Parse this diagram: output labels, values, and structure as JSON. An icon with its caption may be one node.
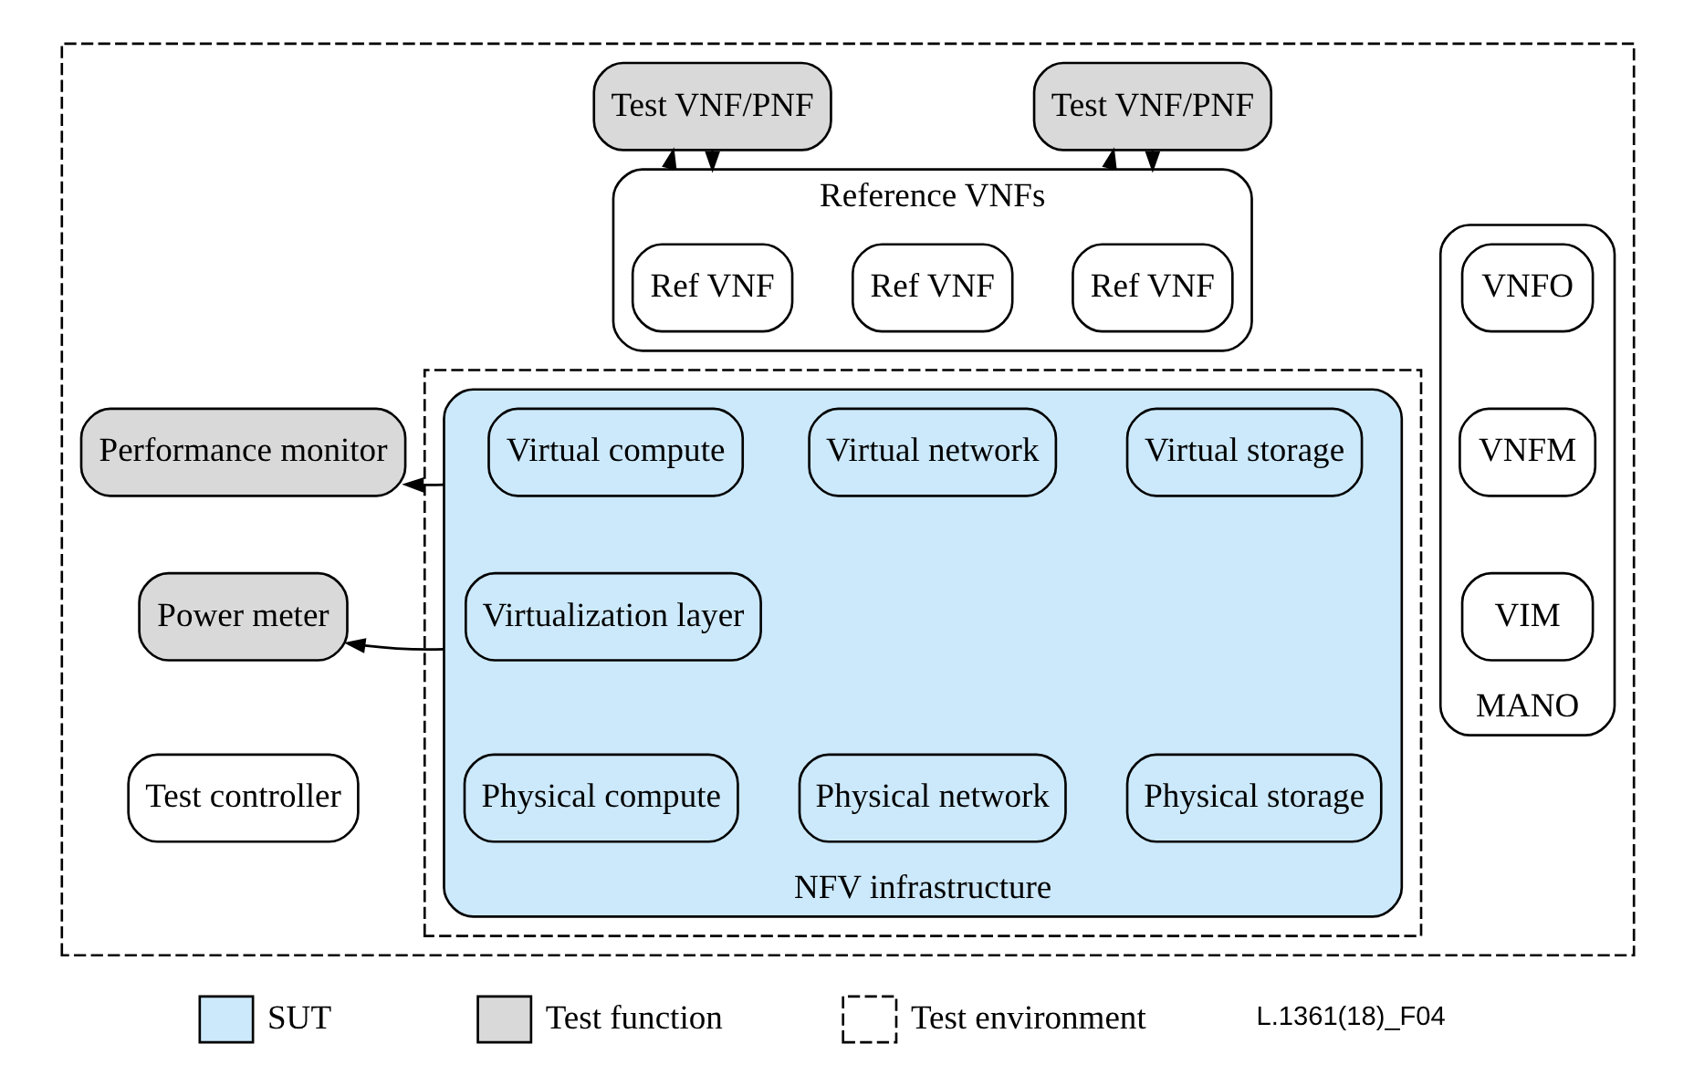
{
  "diagram": {
    "nodes": [
      {
        "text": [],
        "shape": "box"
      },
      {
        "text": [
          "Test VNF/PNF"
        ],
        "in": 0
      },
      {
        "text": [
          "Test VNF/PNF"
        ],
        "in": 0
      },
      {
        "text": [
          "Reference VNFs"
        ],
        "in": 0
      },
      {
        "text": [
          "Ref VNF"
        ],
        "in": 3
      },
      {
        "text": [
          "Ref VNF"
        ],
        "in": 3
      },
      {
        "text": [
          "Ref VNF"
        ],
        "in": 3
      },
      {
        "text": [
          "MANO"
        ],
        "in": 0
      },
      {
        "text": [
          "VNFO"
        ],
        "in": 7
      },
      {
        "text": [
          "VNFM"
        ],
        "in": 7
      },
      {
        "text": [
          "VIM"
        ],
        "in": 7
      },
      {
        "text": [
          "Performance monitor"
        ],
        "in": 0
      },
      {
        "text": [
          "Power meter"
        ],
        "in": 0
      },
      {
        "text": [
          "Test controller"
        ],
        "in": 0
      },
      {
        "text": [],
        "shape": "box",
        "in": 0
      },
      {
        "text": [
          "NFV infrastructure"
        ],
        "in": 14
      },
      {
        "text": [
          "Virtual compute"
        ],
        "in": 15
      },
      {
        "text": [
          "Virtual network"
        ],
        "in": 15
      },
      {
        "text": [
          "Virtual storage"
        ],
        "in": 15
      },
      {
        "text": [
          "Virtualization layer"
        ],
        "in": 15
      },
      {
        "text": [
          "Physical compute"
        ],
        "in": 15
      },
      {
        "text": [
          "Physical network"
        ],
        "in": 15
      },
      {
        "text": [
          "Physical storage"
        ],
        "in": 15
      }
    ],
    "edges": [
      {
        "from": 3,
        "to": 1,
        "arrow": "to"
      },
      {
        "from": 1,
        "to": 3,
        "arrow": "to"
      },
      {
        "from": 3,
        "to": 2,
        "arrow": "to"
      },
      {
        "from": 2,
        "to": 3,
        "arrow": "to"
      },
      {
        "from": 15,
        "to": 11,
        "arrow": "to"
      },
      {
        "from": 15,
        "to": 12,
        "arrow": "to"
      }
    ],
    "labels": [
      "L.1361(18)_F04"
    ],
    "legend": [
      {
        "text": "SUT",
        "color": "#cce9fb"
      },
      {
        "text": "Test function",
        "color": "#d9d9d9"
      },
      {
        "text": "Test environment"
      }
    ]
  }
}
